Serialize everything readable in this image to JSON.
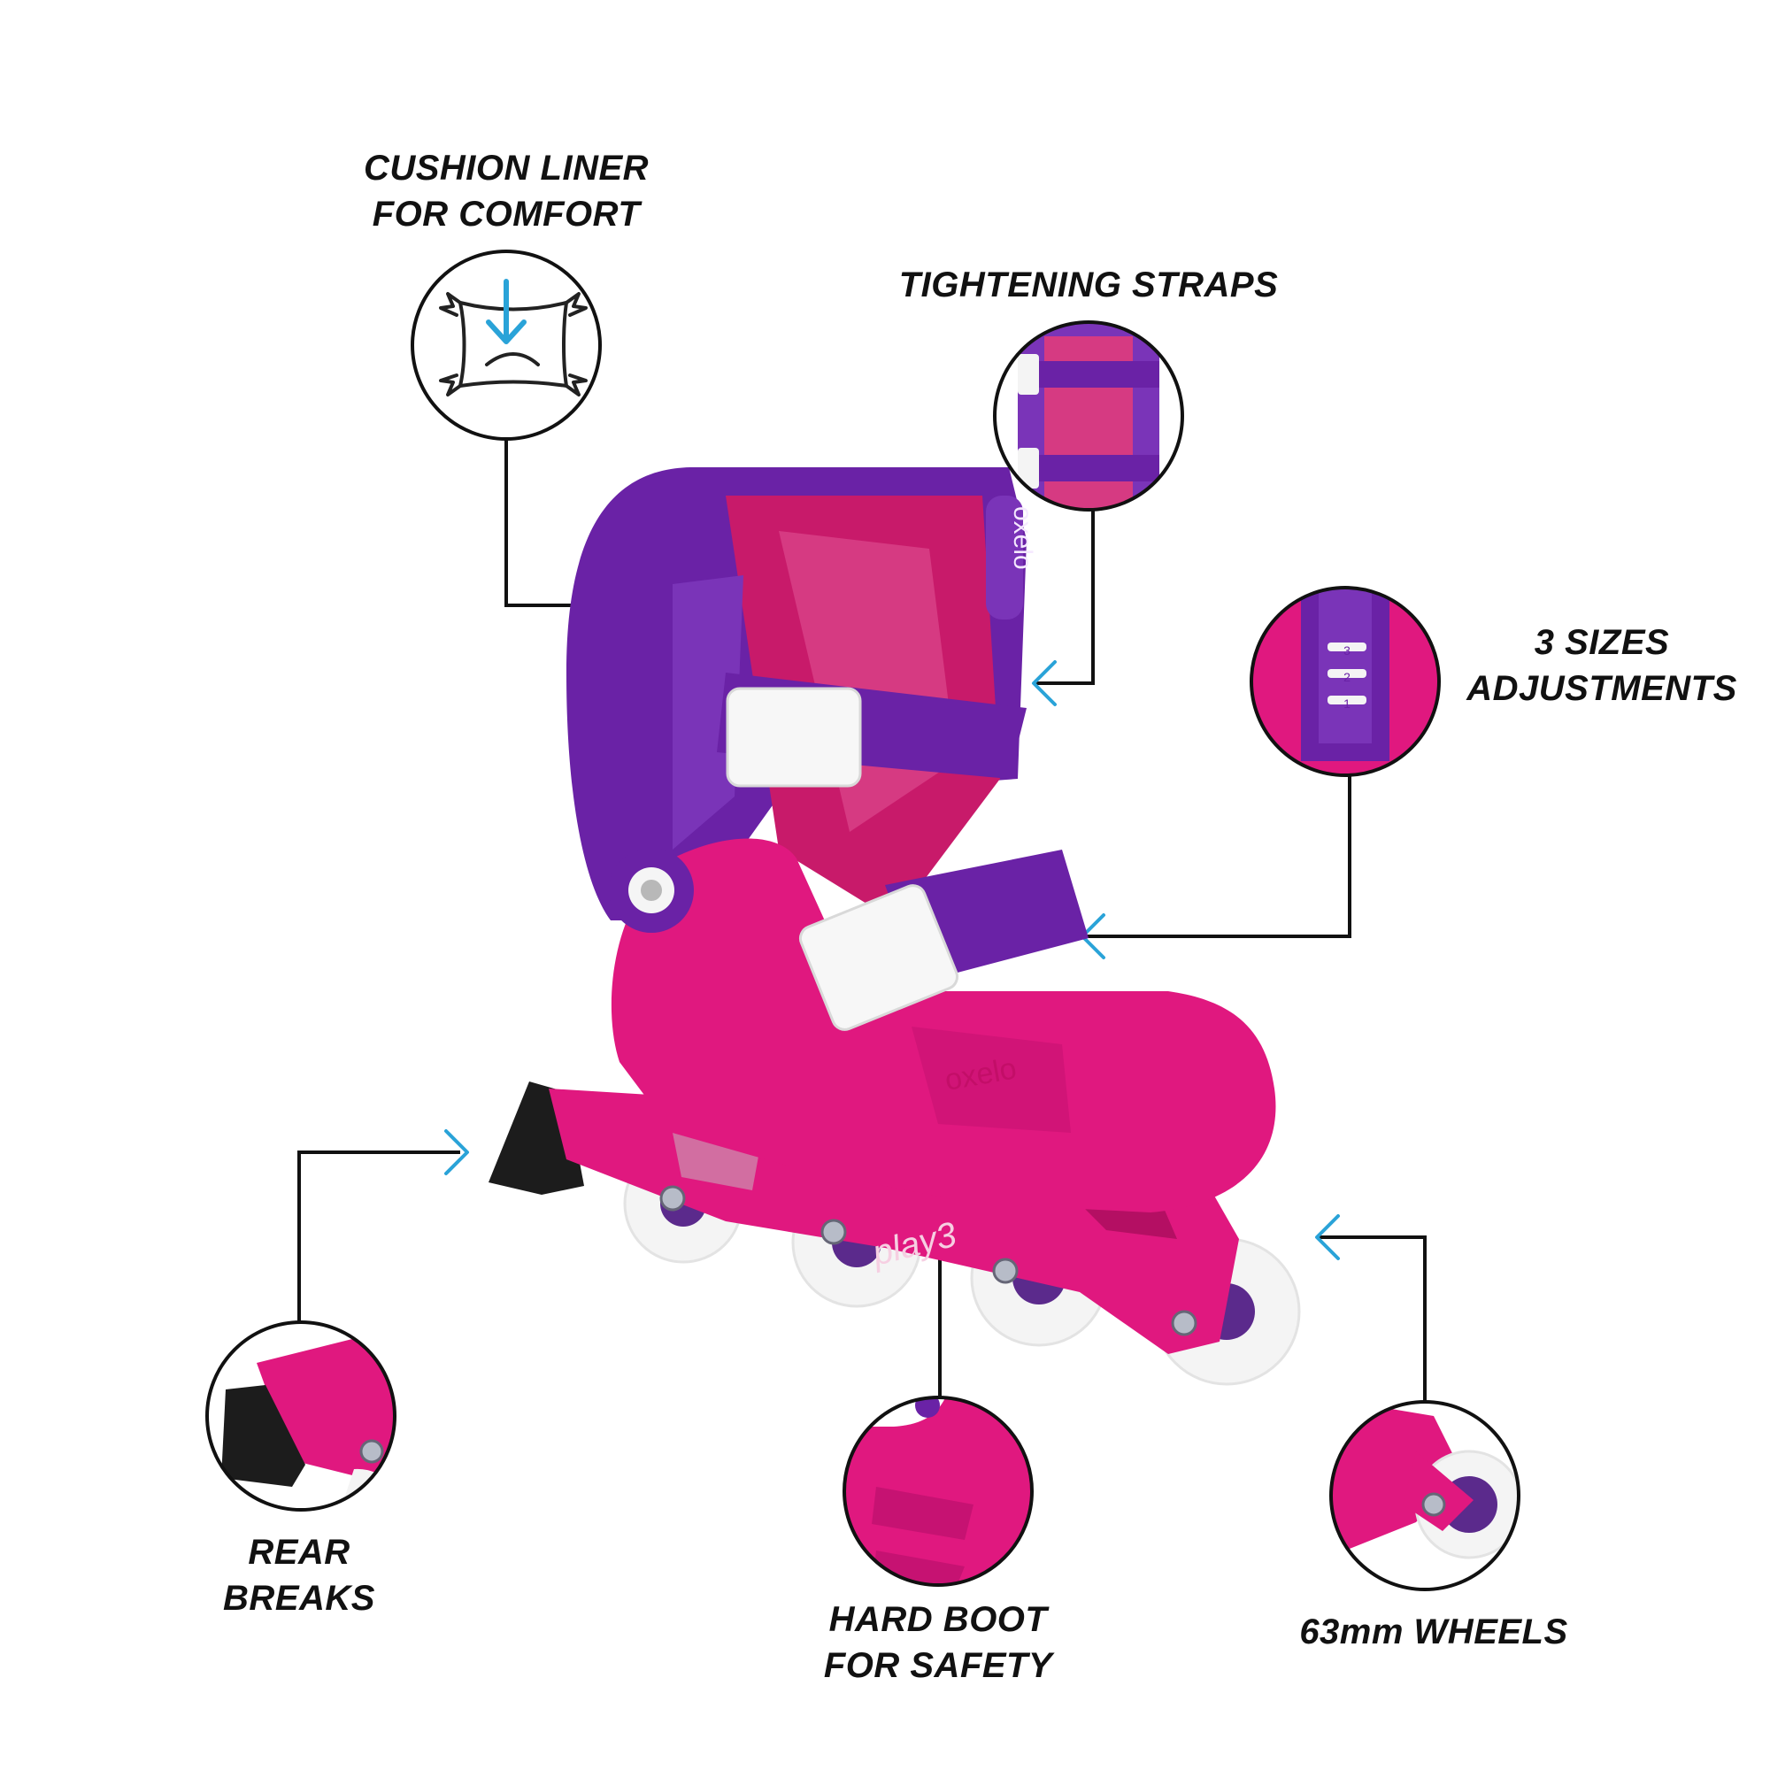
{
  "colors": {
    "accent_arrow": "#2aa3d8",
    "boot_pink": "#e0187f",
    "boot_pink_dark": "#b40f63",
    "strap_purple": "#6a22a6",
    "lining_pink": "#c81a6a",
    "wheel_white": "#f4f4f4",
    "brake_black": "#1c1c1c",
    "outline": "#111111"
  },
  "features": {
    "cushion": {
      "line1": "CUSHION LINER",
      "line2": "FOR COMFORT",
      "icon": "pillow-icon"
    },
    "straps": {
      "line1": "TIGHTENING STRAPS"
    },
    "sizes": {
      "line1": "3 SIZES",
      "line2": "ADJUSTMENTS"
    },
    "brakes": {
      "line1": "REAR",
      "line2": "BREAKS"
    },
    "boot": {
      "line1": "HARD BOOT",
      "line2": "FOR SAFETY"
    },
    "wheels": {
      "line1": "63mm WHEELS"
    }
  },
  "product": {
    "brand_cuff": "oxelo",
    "brand_toe": "oxelo",
    "model": "play3",
    "size_marks": [
      "3",
      "2",
      "1"
    ]
  }
}
